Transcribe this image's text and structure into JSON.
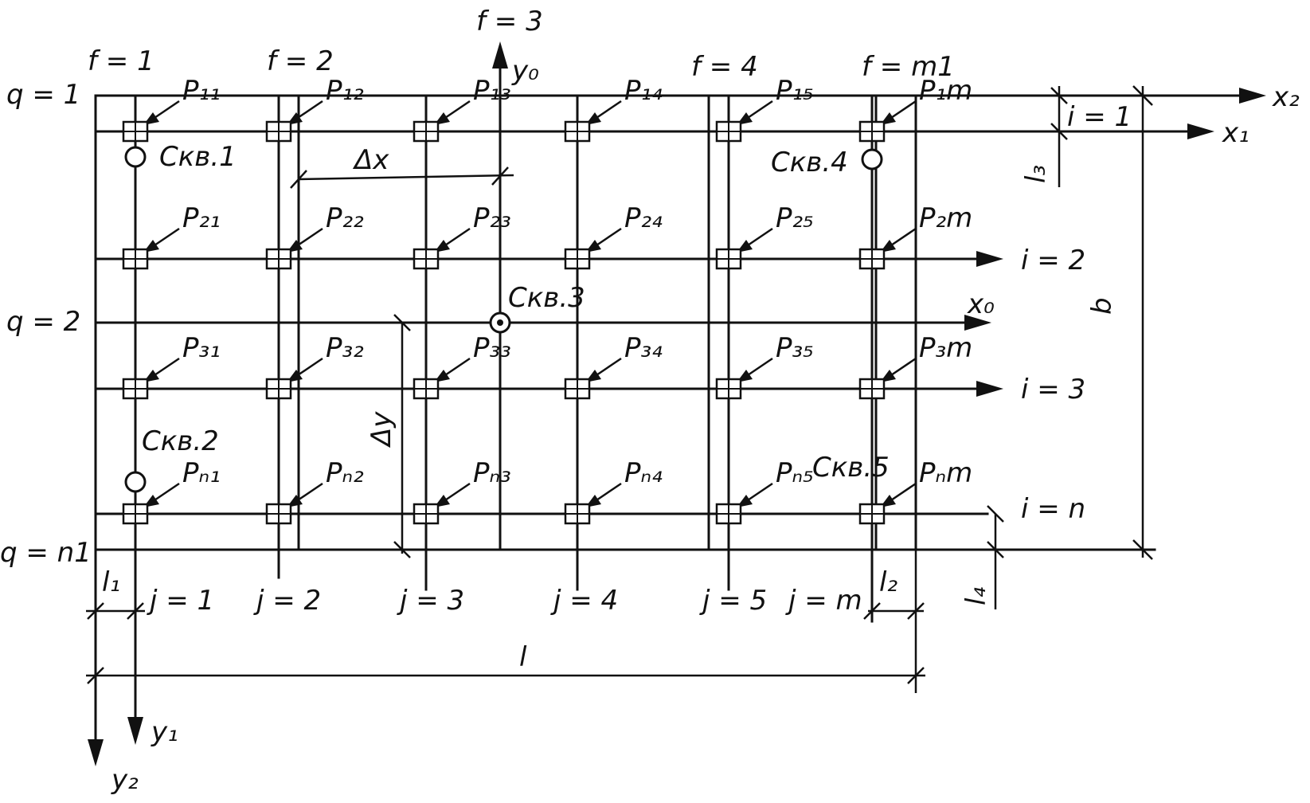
{
  "axes": {
    "x2": "x₂",
    "x1": "x₁",
    "x0": "x₀",
    "y1": "y₁",
    "y2": "y₂",
    "y0": "y₀"
  },
  "f_labels": [
    "f = 1",
    "f = 2",
    "f = 3",
    "f = 4",
    "f = m1"
  ],
  "q_labels": [
    "q = 1",
    "q = 2",
    "q = n1"
  ],
  "i_labels": [
    "i = 1",
    "i = 2",
    "i = 3",
    "i = n"
  ],
  "j_labels": [
    "j = 1",
    "j = 2",
    "j = 3",
    "j = 4",
    "j = 5",
    "j = m"
  ],
  "points": [
    [
      "P₁₁",
      "P₁₂",
      "P₁₃",
      "P₁₄",
      "P₁₅",
      "P₁m"
    ],
    [
      "P₂₁",
      "P₂₂",
      "P₂₃",
      "P₂₄",
      "P₂₅",
      "P₂m"
    ],
    [
      "P₃₁",
      "P₃₂",
      "P₃₃",
      "P₃₄",
      "P₃₅",
      "P₃m"
    ],
    [
      "Pₙ₁",
      "Pₙ₂",
      "Pₙ₃",
      "Pₙ₄",
      "Pₙ₅",
      "Pₙm"
    ]
  ],
  "wells": [
    "Скв.1",
    "Скв.2",
    "Скв.3",
    "Скв.4",
    "Скв.5"
  ],
  "dimensions": {
    "dx": "Δx",
    "dy": "Δy",
    "l": "l",
    "b": "b",
    "l1": "l₁",
    "l2": "l₂",
    "l3": "l₃",
    "l4": "l₄"
  }
}
